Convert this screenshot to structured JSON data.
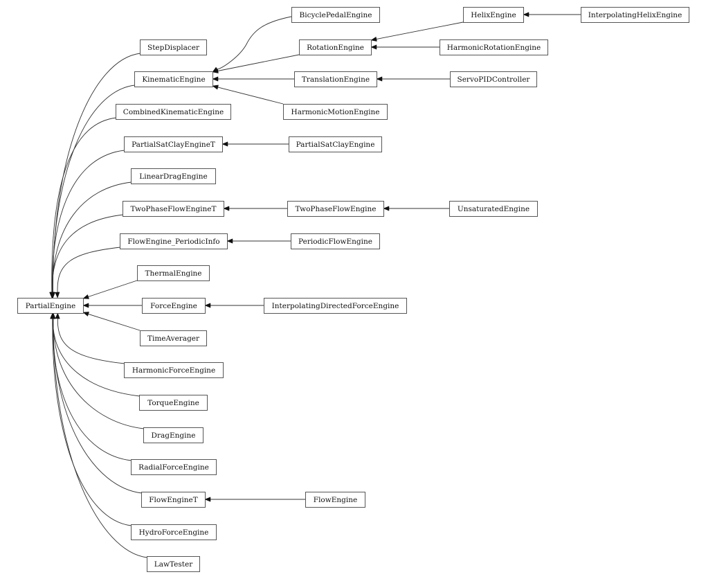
{
  "diagram": {
    "title": "PartialEngine inheritance graph",
    "direction": "right-to-left",
    "root": "PartialEngine",
    "nodes": [
      {
        "id": "PartialEngine",
        "label": "PartialEngine"
      },
      {
        "id": "StepDisplacer",
        "label": "StepDisplacer"
      },
      {
        "id": "KinematicEngine",
        "label": "KinematicEngine"
      },
      {
        "id": "CombinedKinematicEngine",
        "label": "CombinedKinematicEngine"
      },
      {
        "id": "PartialSatClayEngineT",
        "label": "PartialSatClayEngineT"
      },
      {
        "id": "LinearDragEngine",
        "label": "LinearDragEngine"
      },
      {
        "id": "TwoPhaseFlowEngineT",
        "label": "TwoPhaseFlowEngineT"
      },
      {
        "id": "FlowEngine_PeriodicInfo",
        "label": "FlowEngine_PeriodicInfo"
      },
      {
        "id": "ThermalEngine",
        "label": "ThermalEngine"
      },
      {
        "id": "ForceEngine",
        "label": "ForceEngine"
      },
      {
        "id": "TimeAverager",
        "label": "TimeAverager"
      },
      {
        "id": "HarmonicForceEngine",
        "label": "HarmonicForceEngine"
      },
      {
        "id": "TorqueEngine",
        "label": "TorqueEngine"
      },
      {
        "id": "DragEngine",
        "label": "DragEngine"
      },
      {
        "id": "RadialForceEngine",
        "label": "RadialForceEngine"
      },
      {
        "id": "FlowEngineT",
        "label": "FlowEngineT"
      },
      {
        "id": "HydroForceEngine",
        "label": "HydroForceEngine"
      },
      {
        "id": "LawTester",
        "label": "LawTester"
      },
      {
        "id": "BicyclePedalEngine",
        "label": "BicyclePedalEngine"
      },
      {
        "id": "RotationEngine",
        "label": "RotationEngine"
      },
      {
        "id": "TranslationEngine",
        "label": "TranslationEngine"
      },
      {
        "id": "HarmonicMotionEngine",
        "label": "HarmonicMotionEngine"
      },
      {
        "id": "PartialSatClayEngine",
        "label": "PartialSatClayEngine"
      },
      {
        "id": "TwoPhaseFlowEngine",
        "label": "TwoPhaseFlowEngine"
      },
      {
        "id": "PeriodicFlowEngine",
        "label": "PeriodicFlowEngine"
      },
      {
        "id": "InterpolatingDirectedForceEngine",
        "label": "InterpolatingDirectedForceEngine"
      },
      {
        "id": "FlowEngine",
        "label": "FlowEngine"
      },
      {
        "id": "HelixEngine",
        "label": "HelixEngine"
      },
      {
        "id": "HarmonicRotationEngine",
        "label": "HarmonicRotationEngine"
      },
      {
        "id": "ServoPIDController",
        "label": "ServoPIDController"
      },
      {
        "id": "UnsaturatedEngine",
        "label": "UnsaturatedEngine"
      },
      {
        "id": "InterpolatingHelixEngine",
        "label": "InterpolatingHelixEngine"
      }
    ],
    "edges": [
      {
        "from": "StepDisplacer",
        "to": "PartialEngine"
      },
      {
        "from": "KinematicEngine",
        "to": "PartialEngine"
      },
      {
        "from": "CombinedKinematicEngine",
        "to": "PartialEngine"
      },
      {
        "from": "PartialSatClayEngineT",
        "to": "PartialEngine"
      },
      {
        "from": "LinearDragEngine",
        "to": "PartialEngine"
      },
      {
        "from": "TwoPhaseFlowEngineT",
        "to": "PartialEngine"
      },
      {
        "from": "FlowEngine_PeriodicInfo",
        "to": "PartialEngine"
      },
      {
        "from": "ThermalEngine",
        "to": "PartialEngine"
      },
      {
        "from": "ForceEngine",
        "to": "PartialEngine"
      },
      {
        "from": "TimeAverager",
        "to": "PartialEngine"
      },
      {
        "from": "HarmonicForceEngine",
        "to": "PartialEngine"
      },
      {
        "from": "TorqueEngine",
        "to": "PartialEngine"
      },
      {
        "from": "DragEngine",
        "to": "PartialEngine"
      },
      {
        "from": "RadialForceEngine",
        "to": "PartialEngine"
      },
      {
        "from": "FlowEngineT",
        "to": "PartialEngine"
      },
      {
        "from": "HydroForceEngine",
        "to": "PartialEngine"
      },
      {
        "from": "LawTester",
        "to": "PartialEngine"
      },
      {
        "from": "BicyclePedalEngine",
        "to": "KinematicEngine"
      },
      {
        "from": "RotationEngine",
        "to": "KinematicEngine"
      },
      {
        "from": "TranslationEngine",
        "to": "KinematicEngine"
      },
      {
        "from": "HarmonicMotionEngine",
        "to": "KinematicEngine"
      },
      {
        "from": "PartialSatClayEngine",
        "to": "PartialSatClayEngineT"
      },
      {
        "from": "TwoPhaseFlowEngine",
        "to": "TwoPhaseFlowEngineT"
      },
      {
        "from": "PeriodicFlowEngine",
        "to": "FlowEngine_PeriodicInfo"
      },
      {
        "from": "InterpolatingDirectedForceEngine",
        "to": "ForceEngine"
      },
      {
        "from": "FlowEngine",
        "to": "FlowEngineT"
      },
      {
        "from": "HelixEngine",
        "to": "RotationEngine"
      },
      {
        "from": "HarmonicRotationEngine",
        "to": "RotationEngine"
      },
      {
        "from": "ServoPIDController",
        "to": "TranslationEngine"
      },
      {
        "from": "UnsaturatedEngine",
        "to": "TwoPhaseFlowEngine"
      },
      {
        "from": "InterpolatingHelixEngine",
        "to": "HelixEngine"
      }
    ]
  }
}
